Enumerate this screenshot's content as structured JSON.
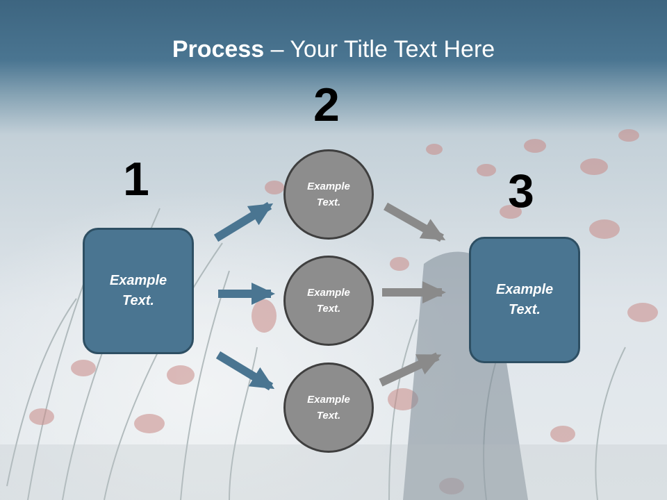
{
  "title": {
    "bold": "Process",
    "rest": " – Your Title Text Here"
  },
  "steps": {
    "one": "1",
    "two": "2",
    "three": "3"
  },
  "source_box": {
    "label": "Example\nText."
  },
  "circles": [
    {
      "label": "Example\nText."
    },
    {
      "label": "Example\nText."
    },
    {
      "label": "Example\nText."
    }
  ],
  "target_box": {
    "label": "Example\nText."
  },
  "colors": {
    "box": "#4a7591",
    "box_border": "#2e4f63",
    "circle": "#8d8d8d",
    "circle_border": "#3f3f3f",
    "arrow_blue": "#4a7591",
    "arrow_gray": "#8a8a8a"
  }
}
